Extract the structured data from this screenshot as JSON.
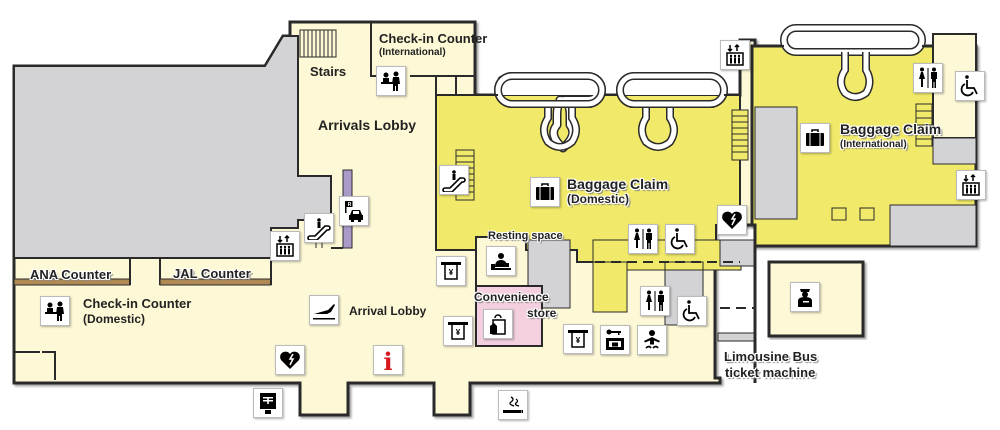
{
  "colors": {
    "lobby": "#fdf8d6",
    "baggage": "#f1e96a",
    "restricted": "#d3d3d5",
    "convenience": "#f3cfe0",
    "wall": "#2a2a2a",
    "counter_bar": "#b08a55",
    "purple_strip": "#a99ac9",
    "info_red": "#d71920"
  },
  "labels": {
    "stairs": "Stairs",
    "checkin_intl_title": "Check-in Counter",
    "checkin_intl_sub": "(International)",
    "arrivals_lobby": "Arrivals Lobby",
    "baggage_dom_title": "Baggage Claim",
    "baggage_dom_sub": "(Domestic)",
    "baggage_intl_title": "Baggage Claim",
    "baggage_intl_sub": "(International)",
    "ana_counter": "ANA Counter",
    "jal_counter": "JAL Counter",
    "checkin_dom_title": "Check-in Counter",
    "checkin_dom_sub": "(Domestic)",
    "arrival_lobby": "Arrival Lobby",
    "resting_space": "Resting space",
    "convenience_1": "Convenience",
    "convenience_2": "store",
    "limousine_1": "Limousine Bus",
    "limousine_2": "ticket machine"
  },
  "icons": {
    "info_glyph": "i",
    "yen_glyph": "¥",
    "rental_glyph": "R",
    "list": [
      "checkin-counter",
      "elevator",
      "escalator",
      "rental-car",
      "atm",
      "restroom",
      "wheelchair",
      "aed",
      "baggage",
      "info",
      "post",
      "smoking",
      "locker",
      "baby-room",
      "police",
      "shopping",
      "rest-area",
      "arrival"
    ]
  }
}
